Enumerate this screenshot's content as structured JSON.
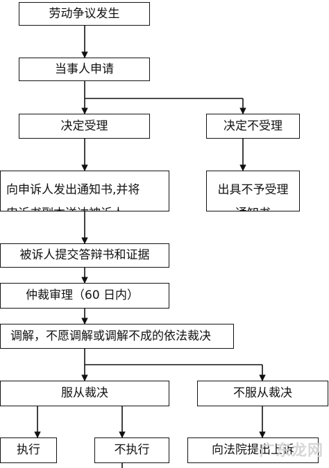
{
  "nodes": {
    "dispute": "劳动争议发生",
    "apply": "当事人申请",
    "accept": "决定受理",
    "reject": "决定不受理",
    "notify_line1": "向申诉人发出通知书,并将",
    "notify_line2": "申诉书副本送达被诉人",
    "no_accept_line1": "出具不予受理",
    "no_accept_line2": "通知书",
    "defense": "被诉人提交答辩书和证据",
    "hearing": "仲裁审理（60 日内）",
    "mediate": "调解，不愿调解或调解不成的依法裁决",
    "comply": "服从裁决",
    "not_comply": "不服从裁决",
    "execute": "执行",
    "not_execute": "不执行",
    "court": "向法院提出上诉"
  },
  "watermark": "广东龙网"
}
